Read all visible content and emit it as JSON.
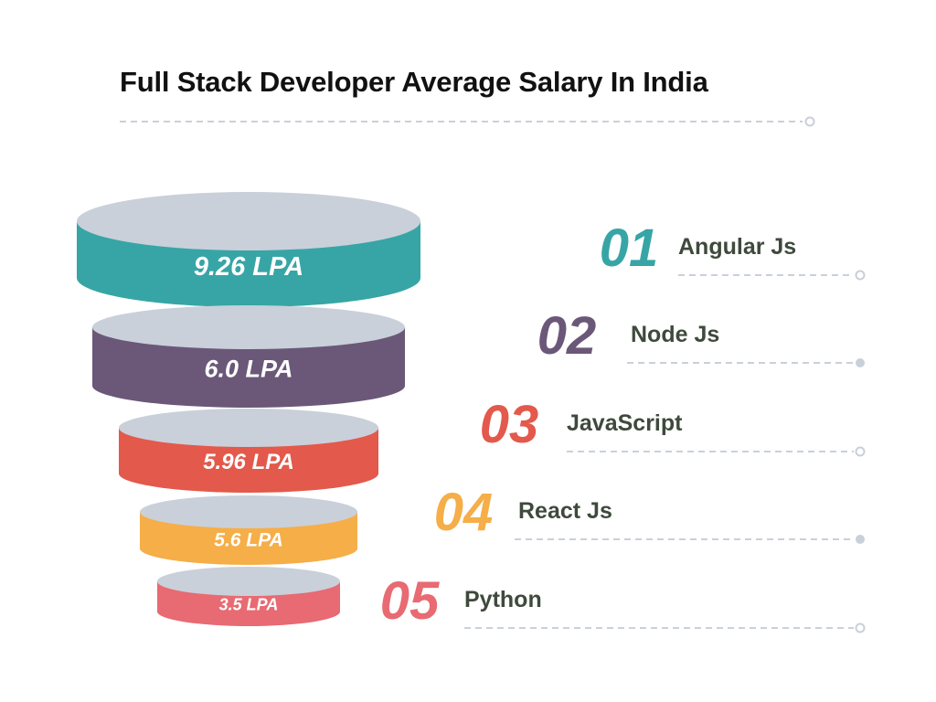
{
  "colors": {
    "background": "#ffffff",
    "title": "#111111",
    "disc_top": "#c9d0da",
    "separator": "#c9d0da",
    "label_text": "#3e4a3c"
  },
  "chart_data": {
    "type": "funnel",
    "title": "Full Stack Developer Average Salary In India",
    "items": [
      {
        "rank": "01",
        "category": "Angular Js",
        "value": 9.26,
        "value_label": "9.26 LPA",
        "color": "#37a5a6"
      },
      {
        "rank": "02",
        "category": "Node Js",
        "value": 6.0,
        "value_label": "6.0 LPA",
        "color": "#6b5878"
      },
      {
        "rank": "03",
        "category": "JavaScript",
        "value": 5.96,
        "value_label": "5.96 LPA",
        "color": "#e3594b"
      },
      {
        "rank": "04",
        "category": "React Js",
        "value": 5.6,
        "value_label": "5.6 LPA",
        "color": "#f5ae48"
      },
      {
        "rank": "05",
        "category": "Python",
        "value": 3.5,
        "value_label": "3.5 LPA",
        "color": "#e86a72"
      }
    ]
  }
}
